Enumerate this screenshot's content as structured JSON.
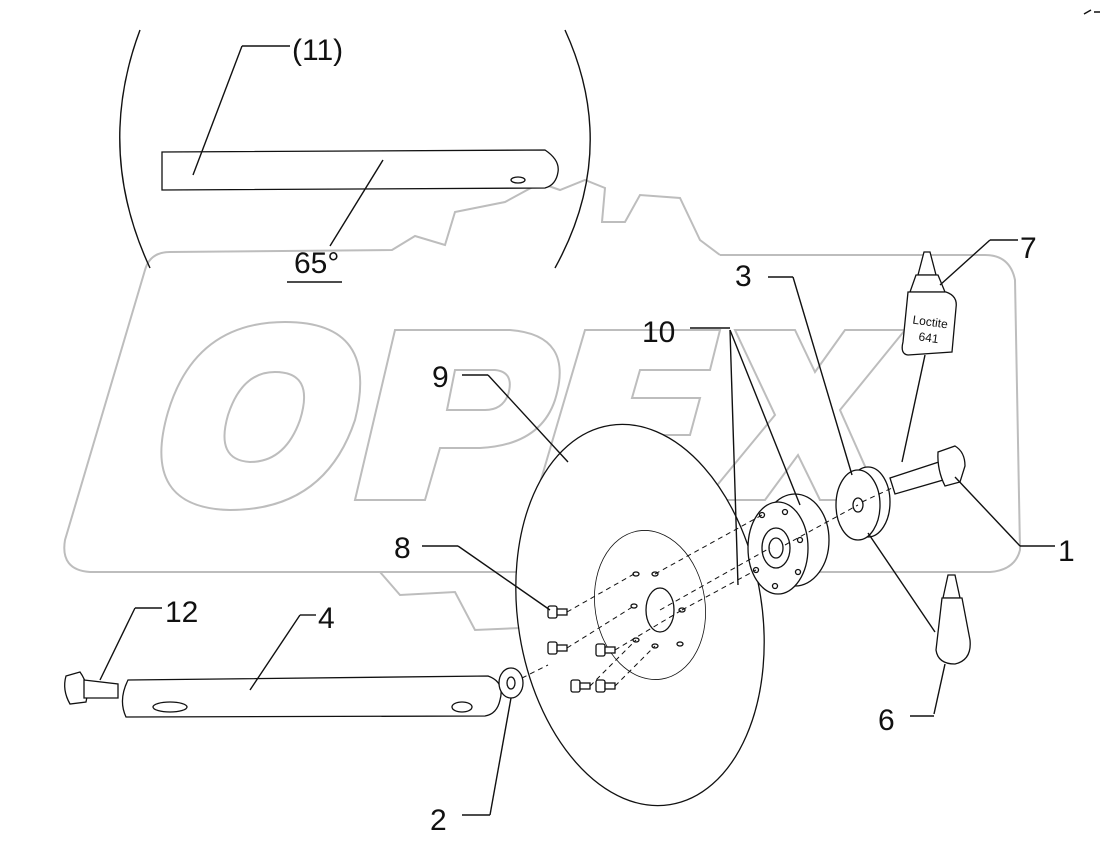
{
  "diagram": {
    "watermark": "OPEX",
    "angle_label": "65°",
    "bottle_text_1": "Loctite",
    "bottle_text_2": "641",
    "callouts": {
      "c1": "1",
      "c2": "2",
      "c3": "3",
      "c4": "4",
      "c6": "6",
      "c7": "7",
      "c8": "8",
      "c9": "9",
      "c10": "10",
      "c11": "(11)",
      "c12": "12"
    }
  }
}
